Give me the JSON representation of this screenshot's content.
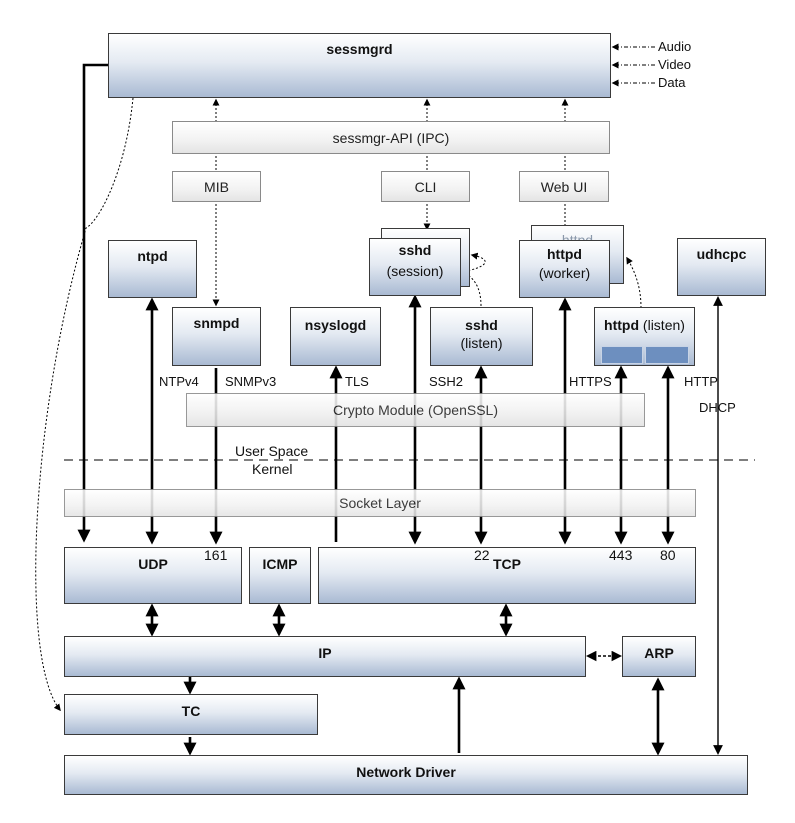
{
  "sessmgrd": "sessmgrd",
  "inputs": {
    "audio": "Audio",
    "video": "Video",
    "data": "Data"
  },
  "api": "sessmgr-API (IPC)",
  "mib": "MIB",
  "cli": "CLI",
  "webui": "Web UI",
  "ntpd": "ntpd",
  "udhcpc": "udhcpc",
  "snmpd": "snmpd",
  "nsyslogd": "nsyslogd",
  "sshd_session": {
    "name": "sshd",
    "role": "(session)"
  },
  "sshd_listen": {
    "name": "sshd",
    "role": "(listen)"
  },
  "httpd_worker": {
    "name": "httpd",
    "role": "(worker)"
  },
  "httpd_listen": {
    "name": "httpd",
    "role": "(listen)"
  },
  "crypto": "Crypto Module (OpenSSL)",
  "protocols": {
    "ntp": "NTPv4",
    "snmp": "SNMPv3",
    "tls": "TLS",
    "ssh": "SSH2",
    "https": "HTTPS",
    "http": "HTTP",
    "dhcp": "DHCP"
  },
  "boundary": {
    "user": "User Space",
    "kernel": "Kernel"
  },
  "socket_layer": "Socket Layer",
  "udp": "UDP",
  "icmp": "ICMP",
  "tcp": "TCP",
  "ports": {
    "snmp": "161",
    "ssh": "22",
    "https": "443",
    "http": "80"
  },
  "ip": "IP",
  "arp": "ARP",
  "tc": "TC",
  "network_driver": "Network Driver"
}
